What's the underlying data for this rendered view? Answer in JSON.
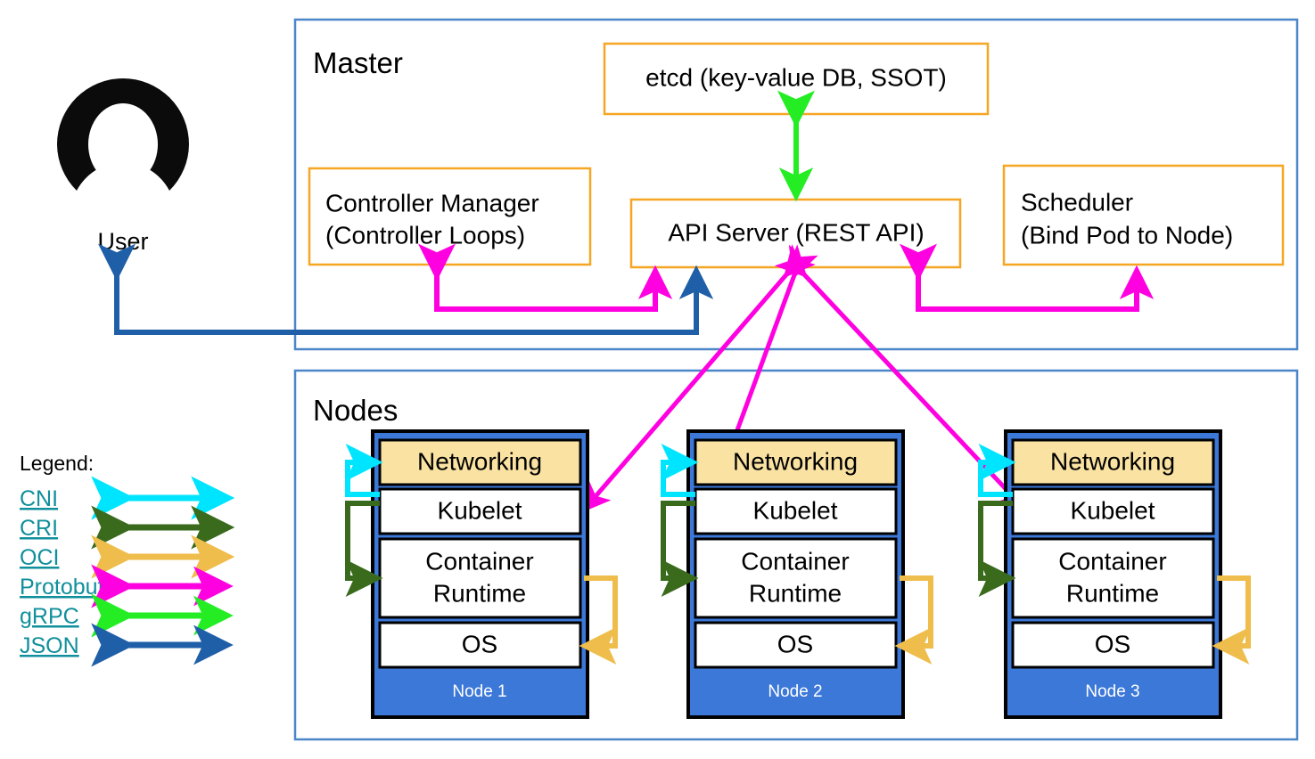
{
  "diagram": {
    "title_master": "Master",
    "title_nodes": "Nodes",
    "user": {
      "icon": "user-avatar-icon",
      "caption": "User"
    },
    "master_components": {
      "etcd": "etcd (key-value DB, SSOT)",
      "controller_manager_line1": "Controller Manager",
      "controller_manager_line2": "(Controller Loops)",
      "api_server": "API Server (REST API)",
      "scheduler_line1": "Scheduler",
      "scheduler_line2": "(Bind Pod to Node)"
    },
    "node_layers": {
      "networking": "Networking",
      "kubelet": "Kubelet",
      "container_runtime_line1": "Container",
      "container_runtime_line2": "Runtime",
      "os": "OS"
    },
    "nodes": [
      {
        "label": "Node 1"
      },
      {
        "label": "Node 2"
      },
      {
        "label": "Node 3"
      }
    ],
    "legend": {
      "title": "Legend:",
      "items": [
        {
          "label": "CNI",
          "color": "#00e5ff"
        },
        {
          "label": "CRI",
          "color": "#3a6b1d"
        },
        {
          "label": "OCI",
          "color": "#efbd4b"
        },
        {
          "label": "Protobuf",
          "color": "#ff00e0"
        },
        {
          "label": "gRPC",
          "color": "#24ed24"
        },
        {
          "label": "JSON",
          "color": "#1f5fa8"
        }
      ]
    },
    "colors": {
      "group_border": "#4a86c8",
      "component_border": "#f5a623",
      "node_fill": "#3c78d8",
      "node_border": "#000000",
      "networking_fill": "#fae3a2",
      "layer_fill": "#ffffff",
      "cni": "#00e5ff",
      "cri": "#3a6b1d",
      "oci": "#efbd4b",
      "protobuf": "#ff00e0",
      "grpc": "#24ed24",
      "json": "#1f5fa8",
      "link_text": "#108f9c"
    }
  }
}
